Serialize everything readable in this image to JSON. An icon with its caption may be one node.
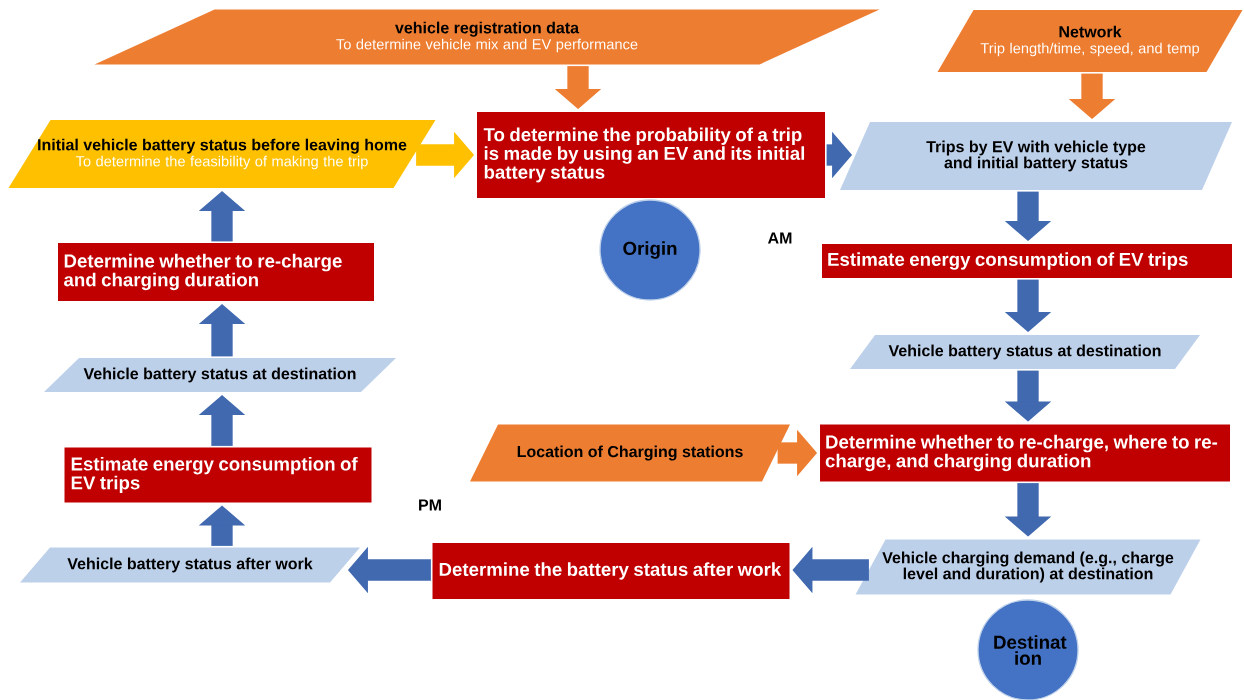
{
  "diagram": {
    "nodes": [
      {
        "text": [
          "vehicle registration data",
          "To determine vehicle mix and EV performance"
        ]
      },
      {
        "text": [
          "Network",
          "Trip length/time, speed, and temp"
        ]
      },
      {
        "text": [
          "Initial vehicle battery status before leaving home",
          "To determine the feasibility of making the trip"
        ]
      },
      {
        "text": [
          "To determine the probability of a trip is made by using an EV and its initial battery status"
        ]
      },
      {
        "text": [
          "Trips by EV with vehicle type and initial battery status"
        ]
      },
      {
        "text": [
          "Origin"
        ]
      },
      {
        "text": [
          "Determine whether to re-charge and charging duration"
        ]
      },
      {
        "text": [
          "Estimate energy consumption of EV trips"
        ]
      },
      {
        "text": [
          "Vehicle battery status at destination"
        ]
      },
      {
        "text": [
          "Vehicle battery status at destination"
        ]
      },
      {
        "text": [
          "Location of Charging stations"
        ]
      },
      {
        "text": [
          "Determine whether to re-charge, where to re-charge, and charging duration"
        ]
      },
      {
        "text": [
          "Estimate energy consumption of EV trips"
        ]
      },
      {
        "text": [
          "Vehicle battery status after work"
        ]
      },
      {
        "text": [
          "Determine the battery status after work"
        ]
      },
      {
        "text": [
          "Vehicle charging demand (e.g., charge level and duration) at destination"
        ]
      },
      {
        "text": [
          "Destinat ion"
        ]
      }
    ],
    "edges": [
      {
        "from": 0,
        "to": 3,
        "arrow": "to",
        "color": "#ed7d31"
      },
      {
        "from": 1,
        "to": 4,
        "arrow": "to",
        "color": "#ed7d31"
      },
      {
        "from": 2,
        "to": 3,
        "arrow": "to",
        "color": "#ffc000"
      },
      {
        "from": 3,
        "to": 4,
        "arrow": "to"
      },
      {
        "from": 4,
        "to": 7,
        "arrow": "to"
      },
      {
        "from": 7,
        "to": 9,
        "arrow": "to"
      },
      {
        "from": 9,
        "to": 11,
        "arrow": "to"
      },
      {
        "from": 10,
        "to": 11,
        "arrow": "to",
        "color": "#ed7d31"
      },
      {
        "from": 11,
        "to": 15,
        "arrow": "to"
      },
      {
        "from": 15,
        "to": 14,
        "arrow": "to"
      },
      {
        "from": 14,
        "to": 13,
        "arrow": "to"
      },
      {
        "from": 13,
        "to": 12,
        "arrow": "to"
      },
      {
        "from": 12,
        "to": 8,
        "arrow": "to"
      },
      {
        "from": 8,
        "to": 6,
        "arrow": "to"
      },
      {
        "from": 6,
        "to": 2,
        "arrow": "to"
      }
    ],
    "labels": [
      "AM",
      "PM"
    ]
  }
}
